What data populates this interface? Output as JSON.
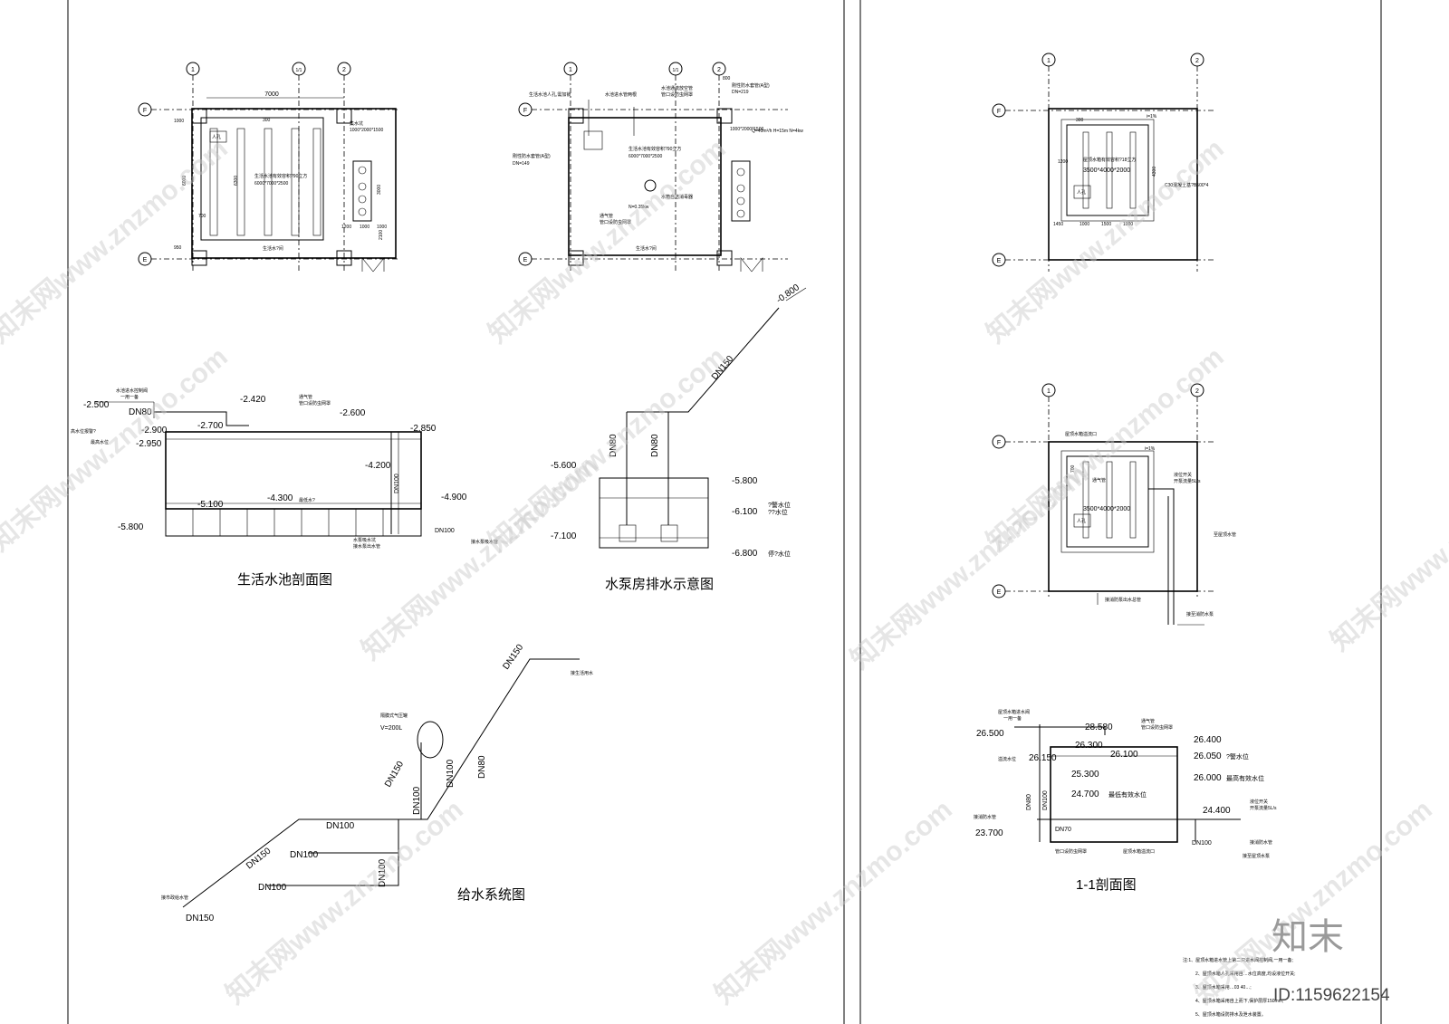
{
  "plans": {
    "p1": {
      "axes": [
        "1",
        "1/1",
        "2",
        "F",
        "E"
      ],
      "dims": [
        "7000",
        "300",
        "1000",
        "6000",
        "6300",
        "950",
        "700",
        "1200",
        "1000",
        "1000",
        "3000",
        "2100"
      ],
      "labels": [
        "生活水池有效容积?90立方",
        "6000*7000*2500",
        "人孔",
        "集水坑",
        "1000*2000*1500",
        "生活水?间"
      ]
    },
    "p2": {
      "axes": [
        "1",
        "1/1",
        "2",
        "F",
        "E"
      ],
      "dims": [
        "800",
        "DN=219",
        "1000*2000*1500",
        "Q=40m³/h H=15m N=4kw",
        "DN=149",
        "N=0.35kw"
      ],
      "labels": [
        "生活水池人孔,需加锁",
        "水池进水管两根",
        "水池通流放空管",
        "管口设防虫网罩",
        "刚性防水套管(A型)",
        "刚性防水套管(A型)",
        "生活水池有效容积?90立方",
        "6000*7000*2500",
        "水箱自洁消毒器",
        "通气管",
        "管口设防虫网罩",
        "生活水?间"
      ]
    },
    "p3": {
      "axes": [
        "1",
        "2",
        "F",
        "E"
      ],
      "dims": [
        "300",
        "i=1%",
        "1200",
        "4300",
        "1450",
        "1000",
        "1500",
        "1000"
      ],
      "labels": [
        "屋顶水箱有效容积?18立方",
        "3500*4000*2000",
        "人孔",
        "C30混凝土基?B500*4"
      ]
    },
    "p4": {
      "axes": [
        "1",
        "2",
        "F",
        "E"
      ],
      "dims": [
        "i=1%",
        "700",
        "3500*4000*2000"
      ],
      "labels": [
        "屋顶水箱溢流口",
        "通气管",
        "人孔",
        "液位开关",
        "开泵流量5L/s",
        "至屋顶水管",
        "接消防泵出水总管",
        "接至消防水泵"
      ]
    }
  },
  "sec1": {
    "elev": [
      "-2.500",
      "-2.420",
      "-2.600",
      "-2.700",
      "-2.900",
      "-2.950",
      "-2.850",
      "-4.200",
      "-4.300",
      "-4.900",
      "-5.100",
      "-5.800"
    ],
    "pipes": [
      "DN80",
      "DN100",
      "DN100"
    ],
    "labels": [
      "水池进水控制阀",
      "一用一备",
      "通气管",
      "管口设防虫网罩",
      "高水位报警?",
      "最高水位",
      "最低水?",
      "水泵吸水坑",
      "接水泵出水管",
      "接水泵吸水管"
    ],
    "title": "生活水池剖面图"
  },
  "pump": {
    "elev": [
      "-0.800",
      "-5.600",
      "-5.800",
      "-6.100",
      "-7.100",
      "-6.800"
    ],
    "tags": [
      "?警水位",
      "??水位",
      "停?水位"
    ],
    "pipes": [
      "DN150",
      "DN80",
      "DN80"
    ],
    "title": "水泵房排水示意图"
  },
  "supply": {
    "pipes": [
      "DN150",
      "DN150",
      "DN150",
      "DN150",
      "DN100",
      "DN100",
      "DN100",
      "DN100",
      "DN100",
      "DN100",
      "DN80"
    ],
    "labels": [
      "接生活用水",
      "隔膜式气压罐",
      "V=200L",
      "接市政给水管"
    ],
    "title": "给水系统图"
  },
  "sec2": {
    "elev": [
      "26.500",
      "28.580",
      "26.300",
      "26.150",
      "26.100",
      "26.400",
      "26.050",
      "26.000",
      "25.300",
      "24.700",
      "24.400",
      "23.700"
    ],
    "tags": [
      "?警水位",
      "最高有效水位",
      "最低有效水位"
    ],
    "pipes": [
      "DN80",
      "DN100",
      "DN70",
      "DN100"
    ],
    "labels": [
      "屋顶水箱进水阀",
      "一用一备",
      "通气管",
      "管口设防虫网罩",
      "溢流水位",
      "接消防水管",
      "液位开关",
      "开泵流量5L/s",
      "接消防水管",
      "屋顶水箱溢流口",
      "管口设防虫网罩",
      "接至屋顶水泵"
    ],
    "title": "1-1剖面图"
  },
  "notes": {
    "lines": [
      "注:1、屋顶水箱进水管上第二只进水阀控制阀,一用一备;",
      "2、屋顶水箱人孔采用自…水位高度,均设液位开关;",
      "3、屋顶水箱采用…03 40…;",
      "4、屋顶水箱采用自上而下,保护层厚150mm;",
      "5、屋顶水箱设防排水及泄水装置。"
    ]
  },
  "watermark": {
    "text": "知末网www.znzmo.com",
    "logo": "知末",
    "id": "ID:1159622154"
  }
}
